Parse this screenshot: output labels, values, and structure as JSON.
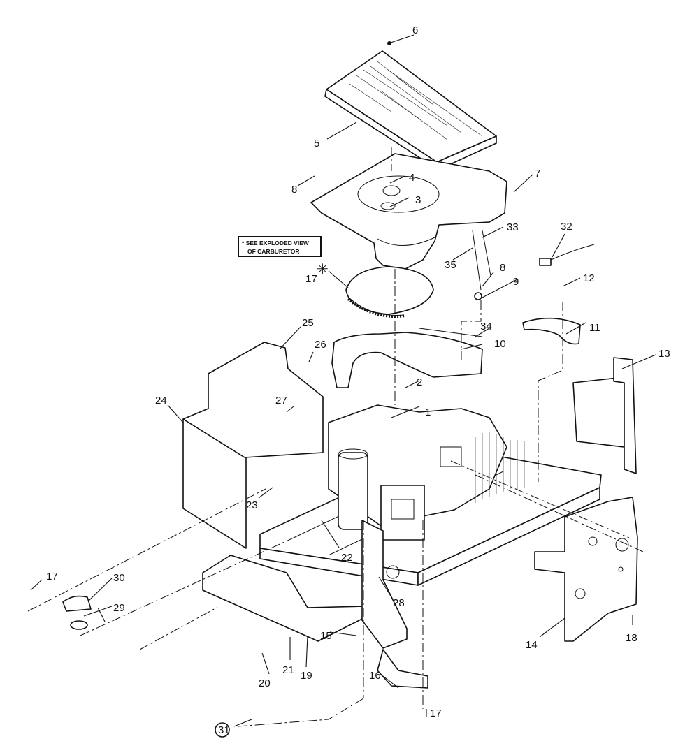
{
  "note": {
    "line1": "* SEE EXPLODED VIEW",
    "line2": "OF CARBURETOR"
  },
  "asterisk": "✳",
  "callouts": {
    "c1": "1",
    "c2": "2",
    "c3": "3",
    "c4": "4",
    "c5": "5",
    "c6": "6",
    "c7": "7",
    "c8a": "8",
    "c8b": "8",
    "c9": "9",
    "c10": "10",
    "c11": "11",
    "c12": "12",
    "c13": "13",
    "c14": "14",
    "c15": "15",
    "c16": "16",
    "c17a": "17",
    "c17b": "17",
    "c17c": "17",
    "c18": "18",
    "c19": "19",
    "c20": "20",
    "c21": "21",
    "c22": "22",
    "c23": "23",
    "c24": "24",
    "c25": "25",
    "c26": "26",
    "c27": "27",
    "c28": "28",
    "c29": "29",
    "c30": "30",
    "c31": "31",
    "c32": "32",
    "c33": "33",
    "c34": "34",
    "c35": "35"
  }
}
